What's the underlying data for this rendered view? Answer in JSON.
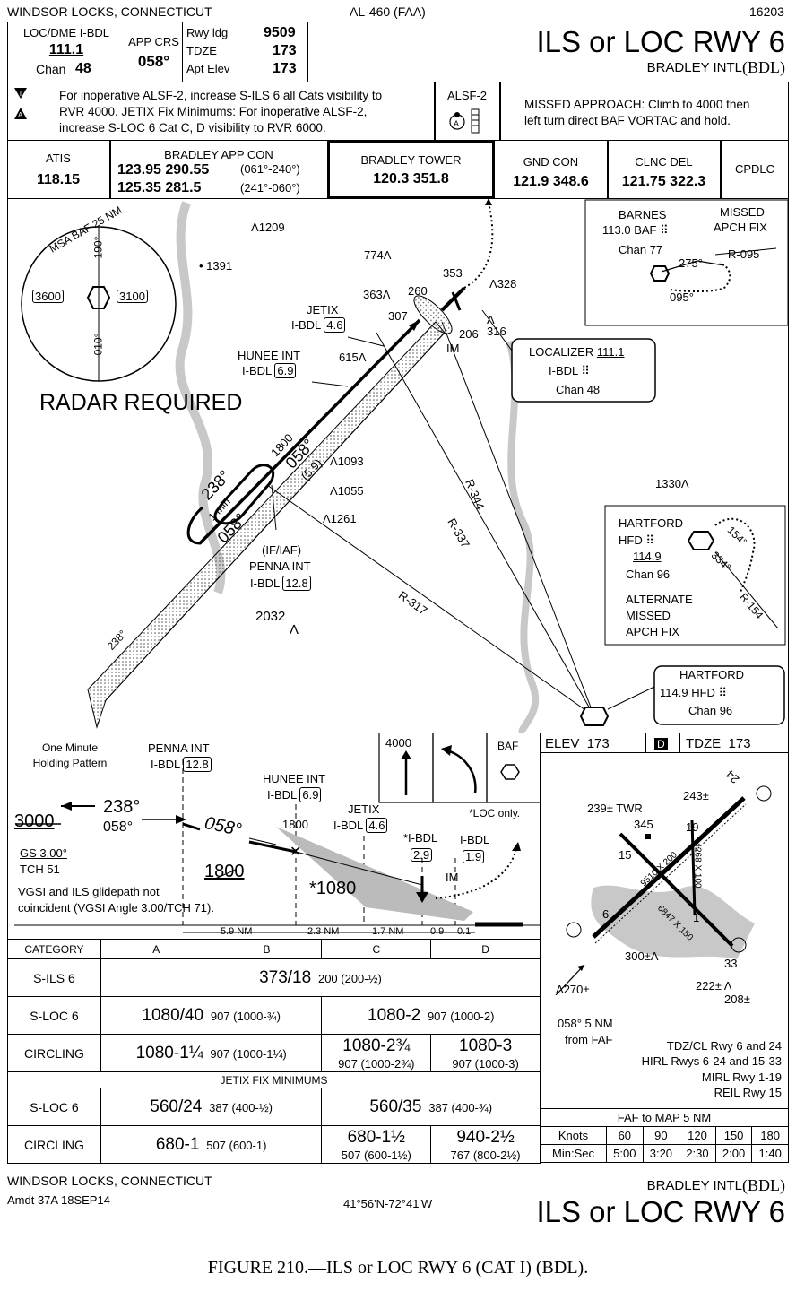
{
  "header": {
    "location": "WINDSOR LOCKS, CONNECTICUT",
    "chart_id": "AL-460 (FAA)",
    "proc_number": "16203",
    "title": "ILS or LOC RWY 6",
    "airport": "BRADLEY INTL",
    "airport_id": "(BDL)"
  },
  "briefing": {
    "loc_label": "LOC/DME  I-BDL",
    "loc_freq": "111.1",
    "chan_label": "Chan",
    "chan": "48",
    "app_crs_label": "APP CRS",
    "app_crs": "058°",
    "rwy_ldg_label": "Rwy ldg",
    "rwy_ldg": "9509",
    "tdze_label": "TDZE",
    "tdze": "173",
    "apt_elev_label": "Apt Elev",
    "apt_elev": "173",
    "notes_line1": "For inoperative ALSF-2, increase S-ILS 6 all Cats visibility to",
    "notes_line2": "RVR 4000.  JETIX Fix Minimums:  For inoperative ALSF-2,",
    "notes_line3": "increase S-LOC 6 Cat C, D visibility to RVR 6000.",
    "alsf_label": "ALSF-2",
    "alsf_a": "A",
    "missed_line1": "MISSED APPROACH: Climb to 4000 then",
    "missed_line2": "left turn direct BAF VORTAC and hold."
  },
  "comms": {
    "atis_label": "ATIS",
    "atis": "118.15",
    "app_label": "BRADLEY APP CON",
    "app1": "123.95  290.55",
    "app1_sector": "(061°-240°)",
    "app2": "125.35  281.5",
    "app2_sector": "(241°-060°)",
    "tower_label": "BRADLEY TOWER",
    "tower": "120.3  351.8",
    "gnd_label": "GND CON",
    "gnd": "121.9  348.6",
    "clnc_label": "CLNC DEL",
    "clnc": "121.75  322.3",
    "cpdlc": "CPDLC"
  },
  "plan": {
    "msa_label": "MSA BAF 25 NM",
    "msa_190": "190°",
    "msa_010": "010°",
    "msa_west": "3600",
    "msa_east": "3100",
    "radar": "RADAR REQUIRED",
    "elev_1209": "1209",
    "elev_1391": "1391",
    "elev_774": "774",
    "elev_353": "353",
    "elev_328": "328",
    "elev_363": "363",
    "elev_260": "260",
    "elev_307": "307",
    "elev_206": "206",
    "elev_316": "316",
    "elev_615": "615",
    "elev_1093": "1093",
    "elev_1055": "1055",
    "elev_1261": "1261",
    "elev_1330": "1330",
    "elev_2032": "2032",
    "im": "IM",
    "jetix_name": "JETIX",
    "jetix_dme_label": "I-BDL",
    "jetix_dme": "4.6",
    "hunee_name": "HUNEE INT",
    "hunee_dme_label": "I-BDL",
    "hunee_dme": "6.9",
    "penna_role": "(IF/IAF)",
    "penna_name": "PENNA INT",
    "penna_dme_label": "I-BDL",
    "penna_dme": "12.8",
    "alt_1800": "1800",
    "crs_058": "058°",
    "dist_59": "(5.9)",
    "hold_238": "238°",
    "hold_1min": "1 min",
    "hold_058": "058°",
    "tail_238": "238°",
    "r344": "R-344",
    "r337": "R-337",
    "r317": "R-317",
    "barnes_name": "BARNES",
    "barnes_freq": "113.0",
    "barnes_id": "BAF",
    "barnes_chan": "Chan 77",
    "barnes_missed1": "MISSED",
    "barnes_missed2": "APCH FIX",
    "barnes_275": "275°",
    "barnes_r095": "R-095",
    "barnes_095": "095°",
    "loc_box_label": "LOCALIZER",
    "loc_box_freq": "111.1",
    "loc_box_id": "I-BDL",
    "loc_box_chan": "Chan 48",
    "hfd_name": "HARTFORD",
    "hfd_id": "HFD",
    "hfd_freq": "114.9",
    "hfd_chan": "Chan 96",
    "hfd_154": "154°",
    "hfd_334": "334°",
    "hfd_r154": "R-154",
    "hfd_alt1": "ALTERNATE",
    "hfd_alt2": "MISSED",
    "hfd_alt3": "APCH FIX",
    "hfd2_name": "HARTFORD",
    "hfd2_freq": "114.9",
    "hfd2_id": "HFD",
    "hfd2_chan": "Chan 96"
  },
  "profile": {
    "one_min1": "One Minute",
    "one_min2": "Holding Pattern",
    "penna": "PENNA INT",
    "penna_dme_label": "I-BDL",
    "penna_dme": "12.8",
    "hunee": "HUNEE INT",
    "hunee_dme_label": "I-BDL",
    "hunee_dme": "6.9",
    "jetix": "JETIX",
    "jetix_dme_label": "I-BDL",
    "jetix_dme": "4.6",
    "ibdl_29_label": "*I-BDL",
    "ibdl_29": "2.9",
    "ibdl_19_label": "I-BDL",
    "ibdl_19": "1.9",
    "im": "IM",
    "alt_3000": "3000",
    "crs_238": "238°",
    "crs_058a": "058°",
    "crs_058b": "058°",
    "gs": "GS 3.00°",
    "tch": "TCH 51",
    "alt_1800a": "1800",
    "alt_1800b": "1800",
    "alt_1080": "*1080",
    "vgsi1": "VGSI and ILS glidepath not",
    "vgsi2": "coincident (VGSI Angle 3.00/TCH 71).",
    "loc_only": "*LOC only.",
    "missed_alt": "4000",
    "baf": "BAF",
    "d_59": "5.9 NM",
    "d_23": "2.3 NM",
    "d_17": "1.7 NM",
    "d_09": "0.9",
    "d_01": "0.1"
  },
  "airport_diagram": {
    "elev_label": "ELEV",
    "elev": "173",
    "d_symbol": "D",
    "tdze_label": "TDZE",
    "tdze": "173",
    "obs_239": "239±",
    "twr": "TWR",
    "twr_elev": "345",
    "obs_243": "243±",
    "rwy_24": "24",
    "rwy_6": "6",
    "rwy_19": "19",
    "rwy_1": "1",
    "rwy_15": "15",
    "rwy_33": "33",
    "rwy_dim1": "9510 X 200",
    "rwy_dim2": "4268 X 100",
    "rwy_dim3": "6847 X 150",
    "obs_300": "300±",
    "obs_270": "270±",
    "obs_222": "222±",
    "obs_208": "208±",
    "faf_note1": "058° 5 NM",
    "faf_note2": "from FAF",
    "lights1": "TDZ/CL Rwy 6 and 24",
    "lights2": "HIRL Rwys 6-24 and 15-33",
    "lights3": "MIRL Rwy 1-19",
    "lights4": "REIL Rwy 15"
  },
  "minimums": {
    "header": [
      "CATEGORY",
      "A",
      "B",
      "C",
      "D"
    ],
    "s_ils_label": "S-ILS 6",
    "s_ils_main": "373/18",
    "s_ils_hat": "200 (200-½)",
    "s_loc_label": "S-LOC 6",
    "s_loc_ab_main": "1080/40",
    "s_loc_ab_hat": "907 (1000-¾)",
    "s_loc_cd_main": "1080-2",
    "s_loc_cd_hat": "907 (1000-2)",
    "circ_label": "CIRCLING",
    "circ_ab_main": "1080-1¼",
    "circ_ab_hat": "907 (1000-1¼)",
    "circ_c_main": "1080-2¾",
    "circ_c_hat": "907 (1000-2¾)",
    "circ_d_main": "1080-3",
    "circ_d_hat": "907 (1000-3)",
    "jetix_header": "JETIX FIX MINIMUMS",
    "j_sloc_label": "S-LOC 6",
    "j_sloc_ab_main": "560/24",
    "j_sloc_ab_hat": "387 (400-½)",
    "j_sloc_cd_main": "560/35",
    "j_sloc_cd_hat": "387 (400-¾)",
    "j_circ_label": "CIRCLING",
    "j_circ_ab_main": "680-1",
    "j_circ_ab_hat": "507 (600-1)",
    "j_circ_c_main": "680-1½",
    "j_circ_c_hat": "507 (600-1½)",
    "j_circ_d_main": "940-2½",
    "j_circ_d_hat": "767 (800-2½)"
  },
  "faf_map": {
    "title": "FAF to MAP  5 NM",
    "knots_label": "Knots",
    "knots": [
      "60",
      "90",
      "120",
      "150",
      "180"
    ],
    "time_label": "Min:Sec",
    "times": [
      "5:00",
      "3:20",
      "2:30",
      "2:00",
      "1:40"
    ]
  },
  "footer": {
    "location": "WINDSOR LOCKS, CONNECTICUT",
    "amdt": "Amdt 37A  18SEP14",
    "coords": "41°56'N-72°41'W",
    "airport": "BRADLEY INTL",
    "airport_id": "(BDL)",
    "title": "ILS or LOC RWY 6"
  },
  "caption": {
    "figure": "FIGURE 210.—ILS or LOC RWY 6 (CAT I) (BDL)."
  }
}
